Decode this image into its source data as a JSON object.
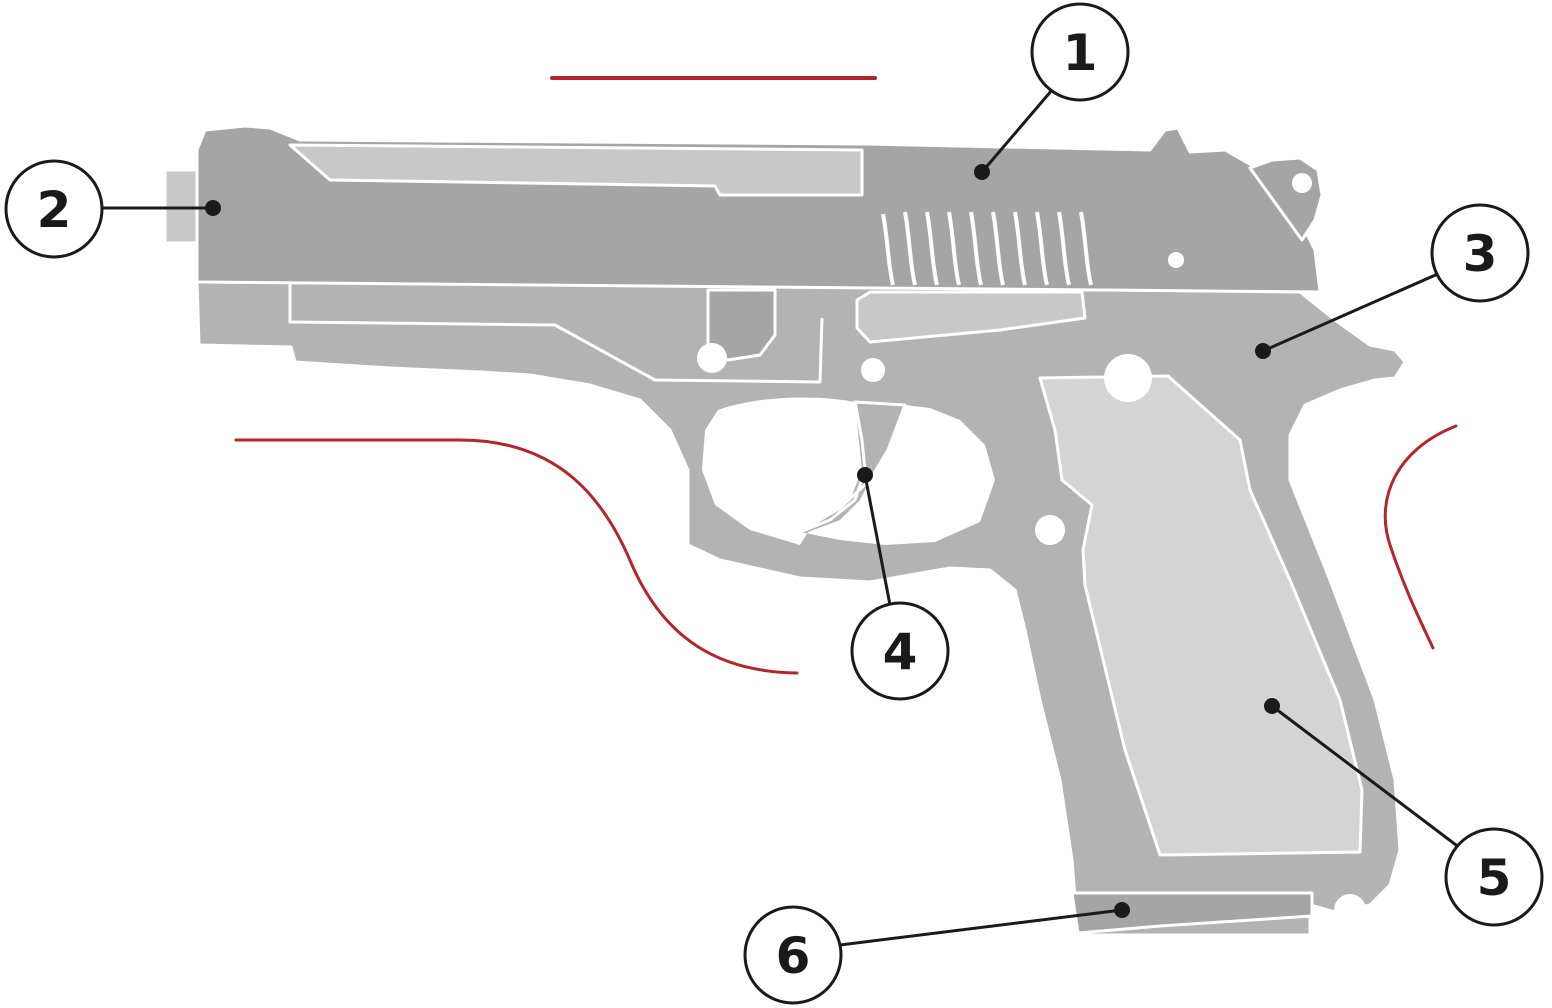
{
  "colors": {
    "slide": "#a5a5a5",
    "frame": "#b3b3b3",
    "light_panel": "#c8c8c8",
    "grip_panel": "#d4d4d4",
    "outline": "#ffffff",
    "motion_line": "#b5252a",
    "callout_stroke": "#1a1a1a",
    "callout_fill": "#ffffff"
  },
  "callouts": [
    {
      "id": "slide",
      "label": "1"
    },
    {
      "id": "barrel",
      "label": "2"
    },
    {
      "id": "frame",
      "label": "3"
    },
    {
      "id": "trigger",
      "label": "4"
    },
    {
      "id": "grip",
      "label": "5"
    },
    {
      "id": "magazine",
      "label": "6"
    }
  ]
}
